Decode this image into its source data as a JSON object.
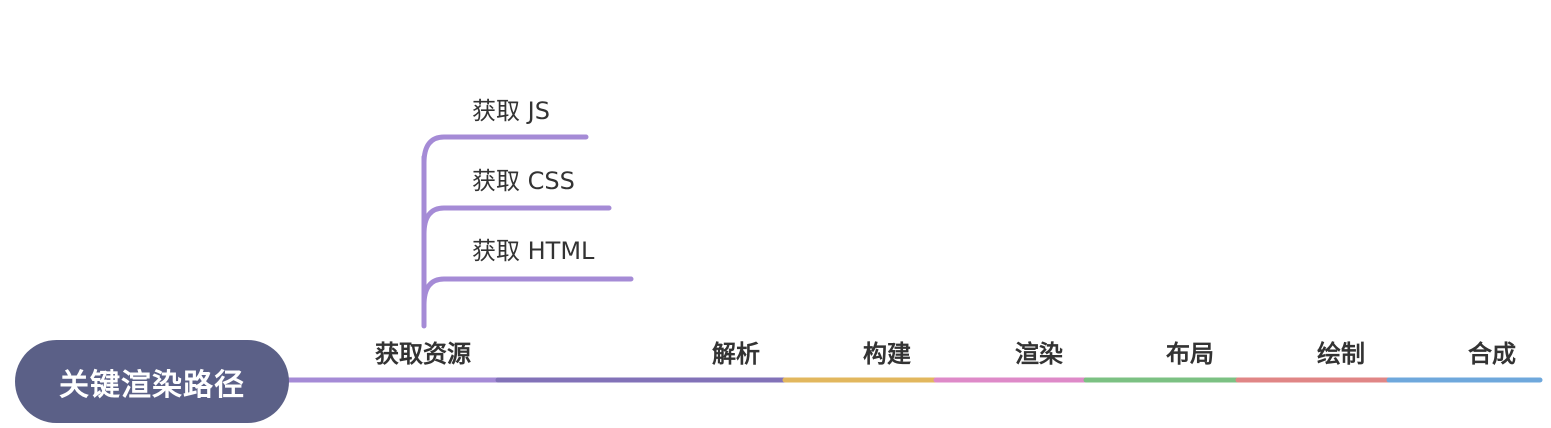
{
  "diagram": {
    "root": {
      "label": "关键渲染路径",
      "color": "#5b6087"
    },
    "stages": [
      {
        "label": "获取资源",
        "color": "#a58bd6"
      },
      {
        "label": "解析",
        "color": "#8272b8"
      },
      {
        "label": "构建",
        "color": "#e2b75e"
      },
      {
        "label": "渲染",
        "color": "#de8ac8"
      },
      {
        "label": "布局",
        "color": "#7cc183"
      },
      {
        "label": "绘制",
        "color": "#e08686"
      },
      {
        "label": "合成",
        "color": "#6fa8dc"
      }
    ],
    "subtopics": {
      "parent": "获取资源",
      "color": "#a58bd6",
      "items": [
        {
          "label": "获取 JS"
        },
        {
          "label": "获取 CSS"
        },
        {
          "label": "获取 HTML"
        }
      ]
    }
  }
}
